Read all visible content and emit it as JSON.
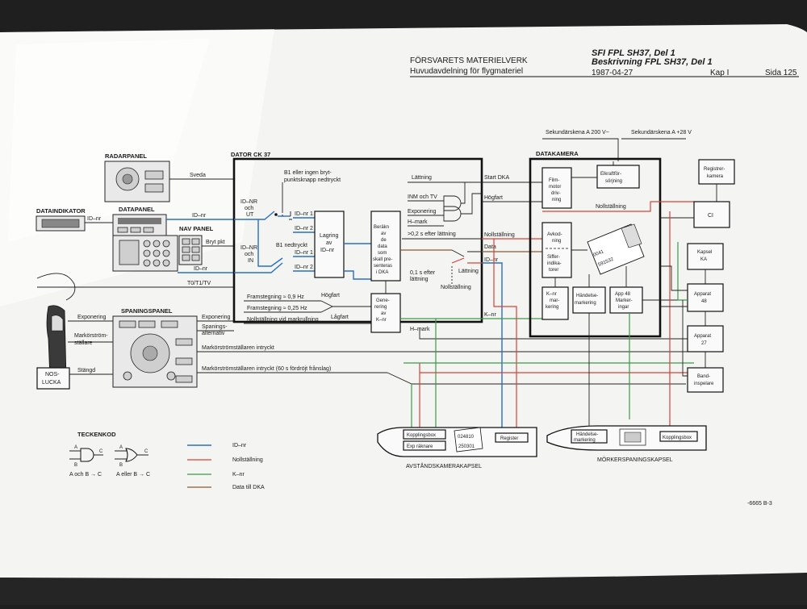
{
  "header": {
    "org": "FÖRSVARETS MATERIELVERK",
    "dept": "Huvudavdelning för flygmateriel",
    "doc_title": "SFI FPL SH37, Del 1",
    "doc_sub": "Beskrivning FPL SH37, Del 1",
    "date": "1987-04-27",
    "chapter": "Kap I",
    "page": "Sida 125"
  },
  "left": {
    "radarpanel": "RADARPANEL",
    "datapanel": "DATAPANEL",
    "dataindikator": "DATAINDIKATOR",
    "navpanel": "NAV PANEL",
    "spaningspanel": "SPANINGSPANEL",
    "noslucka_1": "NOS-",
    "noslucka_2": "LUCKA",
    "sig_sveda": "Sveda",
    "sig_idnr_a": "ID–nr",
    "sig_idnr_b": "ID–nr",
    "sig_idnr_c": "ID–nr",
    "sig_brytpkt": "Bryt pkt",
    "sig_t0": "T0/T1/TV",
    "sig_exp_in": "Exponering",
    "sig_markor_1": "Markörström-",
    "sig_markor_2": "ställare",
    "sig_stangd": "Stängd",
    "sig_exp_out": "Exponering",
    "sig_span_1": "Spanings-",
    "sig_span_2": "alternativ",
    "sig_markor_intryckt": "Markörströmställaren intryckt",
    "sig_markor_60": "Markörströmställaren intryckt (60 s fördröjt frånslag)"
  },
  "dator": {
    "title": "DATOR CK 37",
    "b1_1": "B1 eller ingen bryt-",
    "b1_2": "punktsknapp nedtryckt",
    "idnr_ut_1": "ID–NR",
    "idnr_ut_2": "och",
    "idnr_ut_3": "UT",
    "idnr_in_1": "ID–NR",
    "idnr_in_2": "och",
    "idnr_in_3": "IN",
    "idnr1_a": "ID–nr 1",
    "idnr2_a": "ID–nr 2",
    "b1_ned": "B1 nedtryckt",
    "idnr1_b": "ID–nr 1",
    "idnr2_b": "ID–nr 2",
    "lagring_1": "Lagring",
    "lagring_2": "av",
    "lagring_3": "ID–nr",
    "berakn": [
      "Beräkn",
      "av",
      "de",
      "data",
      "som",
      "skall pre-",
      "senteras",
      "i DKA"
    ],
    "lattning_top": "Lättning",
    "inm_tv": "INM och TV",
    "exponering": "Exponering",
    "hmark_top": "H–mark",
    "gt02": ">0,2 s efter lättning",
    "framst_09": "Framstegning ≈ 0,9 Hz",
    "framst_025": "Framstegning ≈ 0,25 Hz",
    "nollst_mark": "Nollställning vid markrullning",
    "hogfart": "Högfart",
    "lagfart": "Lågfart",
    "gen": [
      "Gene-",
      "rering",
      "av",
      "K–nr"
    ],
    "s01_1": "0,1 s efter",
    "s01_2": "lättning",
    "lattning_sw": "Lättning",
    "nollst_sw": "Nollställning",
    "hmark_bot": "H–mark"
  },
  "mid": {
    "start_dka": "Start DKA",
    "hogfart": "Högfart",
    "nollst": "Nollställning",
    "data": "Data",
    "idnr": "ID–nr",
    "knr": "K–nr"
  },
  "kamera": {
    "title": "DATAKAMERA",
    "skena_200": "Sekundärskena A 200 V~",
    "skena_28": "Sekundärskena A +28 V",
    "film": [
      "Film-",
      "motor",
      "driv-",
      "ning"
    ],
    "elkraft_1": "Elkraftför-",
    "elkraft_2": "sörjning",
    "avkod_1": "Avkod-",
    "avkod_2": "ning",
    "siffer": [
      "Siffer-",
      "indika-",
      "torer"
    ],
    "nollst": "Nollställning",
    "knr": [
      "K–nr",
      "mar-",
      "kering"
    ],
    "handelse_1": "Händelse-",
    "handelse_2": "markering",
    "app48": [
      "App 48",
      "Marker-",
      "ingar"
    ],
    "film_d1": "0041",
    "film_d2": "591532"
  },
  "right": {
    "registr_1": "Registrer-",
    "registr_2": "kamera",
    "ci": "CI",
    "kapsel_1": "Kapsel",
    "kapsel_2": "KA",
    "app48_1": "Apparat",
    "app48_2": "48",
    "app27_1": "Apparat",
    "app27_2": "27",
    "band_1": "Band-",
    "band_2": "inspelare"
  },
  "pods": {
    "avst_title": "AVSTÅNDSKAMERAKAPSEL",
    "kopplingsbox_a": "Kopplingsbox",
    "exp_raknare": "Exp räknare",
    "register": "Register",
    "disp_1": "024810",
    "disp_2": "250301",
    "mork_title": "MÖRKERSPANINGSKAPSEL",
    "handelse_1": "Händelse-",
    "handelse_2": "markering",
    "kopplingsbox_b": "Kopplingsbox"
  },
  "legend": {
    "title": "TECKENKOD",
    "gate_and": "A och B → C",
    "gate_or": "A eller B → C",
    "in_a": "A",
    "in_b": "B",
    "out_c": "C",
    "in_a2": "A",
    "in_b2": "B",
    "out_c2": "C",
    "idnr": "ID–nr",
    "nollst": "Nollställning",
    "knr": "K–nr",
    "data_dka": "Data till DKA"
  },
  "footer": {
    "ref": "-6665 B-3"
  },
  "colors": {
    "idnr": "#2a6fc4",
    "nollst": "#d9413b",
    "knr": "#3c9a4a",
    "data": "#8a5a32",
    "paper": "#f4f4f2",
    "background": "#1f1f1f"
  }
}
